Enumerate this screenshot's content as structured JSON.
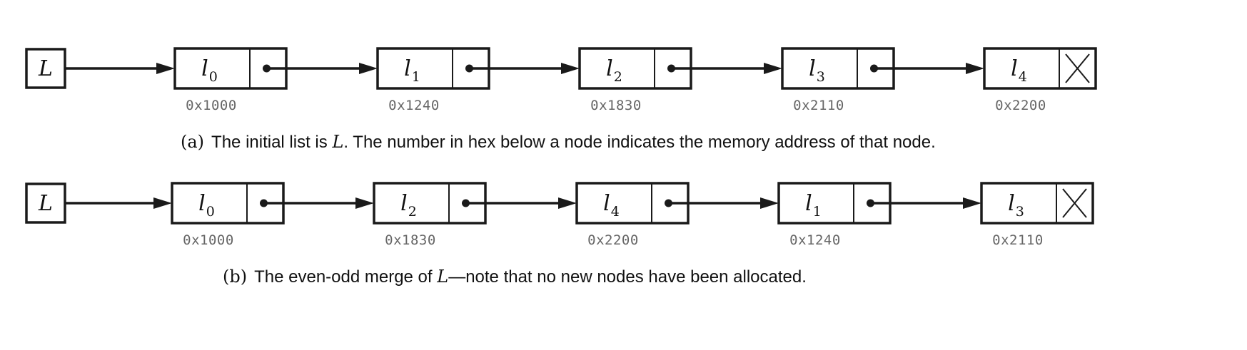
{
  "diagrams": [
    {
      "head": {
        "var": "L"
      },
      "nodes": [
        {
          "base": "l",
          "sub": "0",
          "address": "0x1000",
          "is_last": false
        },
        {
          "base": "l",
          "sub": "1",
          "address": "0x1240",
          "is_last": false
        },
        {
          "base": "l",
          "sub": "2",
          "address": "0x1830",
          "is_last": false
        },
        {
          "base": "l",
          "sub": "3",
          "address": "0x2110",
          "is_last": false
        },
        {
          "base": "l",
          "sub": "4",
          "address": "0x2200",
          "is_last": true
        }
      ],
      "caption": {
        "label": "(a)",
        "parts": [
          {
            "text": "The initial list is ",
            "math": false
          },
          {
            "text": "L",
            "math": true
          },
          {
            "text": ". The number in hex below a node indicates the memory address of that node.",
            "math": false
          }
        ]
      }
    },
    {
      "head": {
        "var": "L"
      },
      "nodes": [
        {
          "base": "l",
          "sub": "0",
          "address": "0x1000",
          "is_last": false
        },
        {
          "base": "l",
          "sub": "2",
          "address": "0x1830",
          "is_last": false
        },
        {
          "base": "l",
          "sub": "4",
          "address": "0x2200",
          "is_last": false
        },
        {
          "base": "l",
          "sub": "1",
          "address": "0x1240",
          "is_last": false
        },
        {
          "base": "l",
          "sub": "3",
          "address": "0x2110",
          "is_last": true
        }
      ],
      "caption": {
        "label": "(b)",
        "parts": [
          {
            "text": "The even-odd merge of ",
            "math": false
          },
          {
            "text": "L",
            "math": true
          },
          {
            "text": "—note that no new nodes have been allocated.",
            "math": false
          }
        ]
      }
    }
  ]
}
